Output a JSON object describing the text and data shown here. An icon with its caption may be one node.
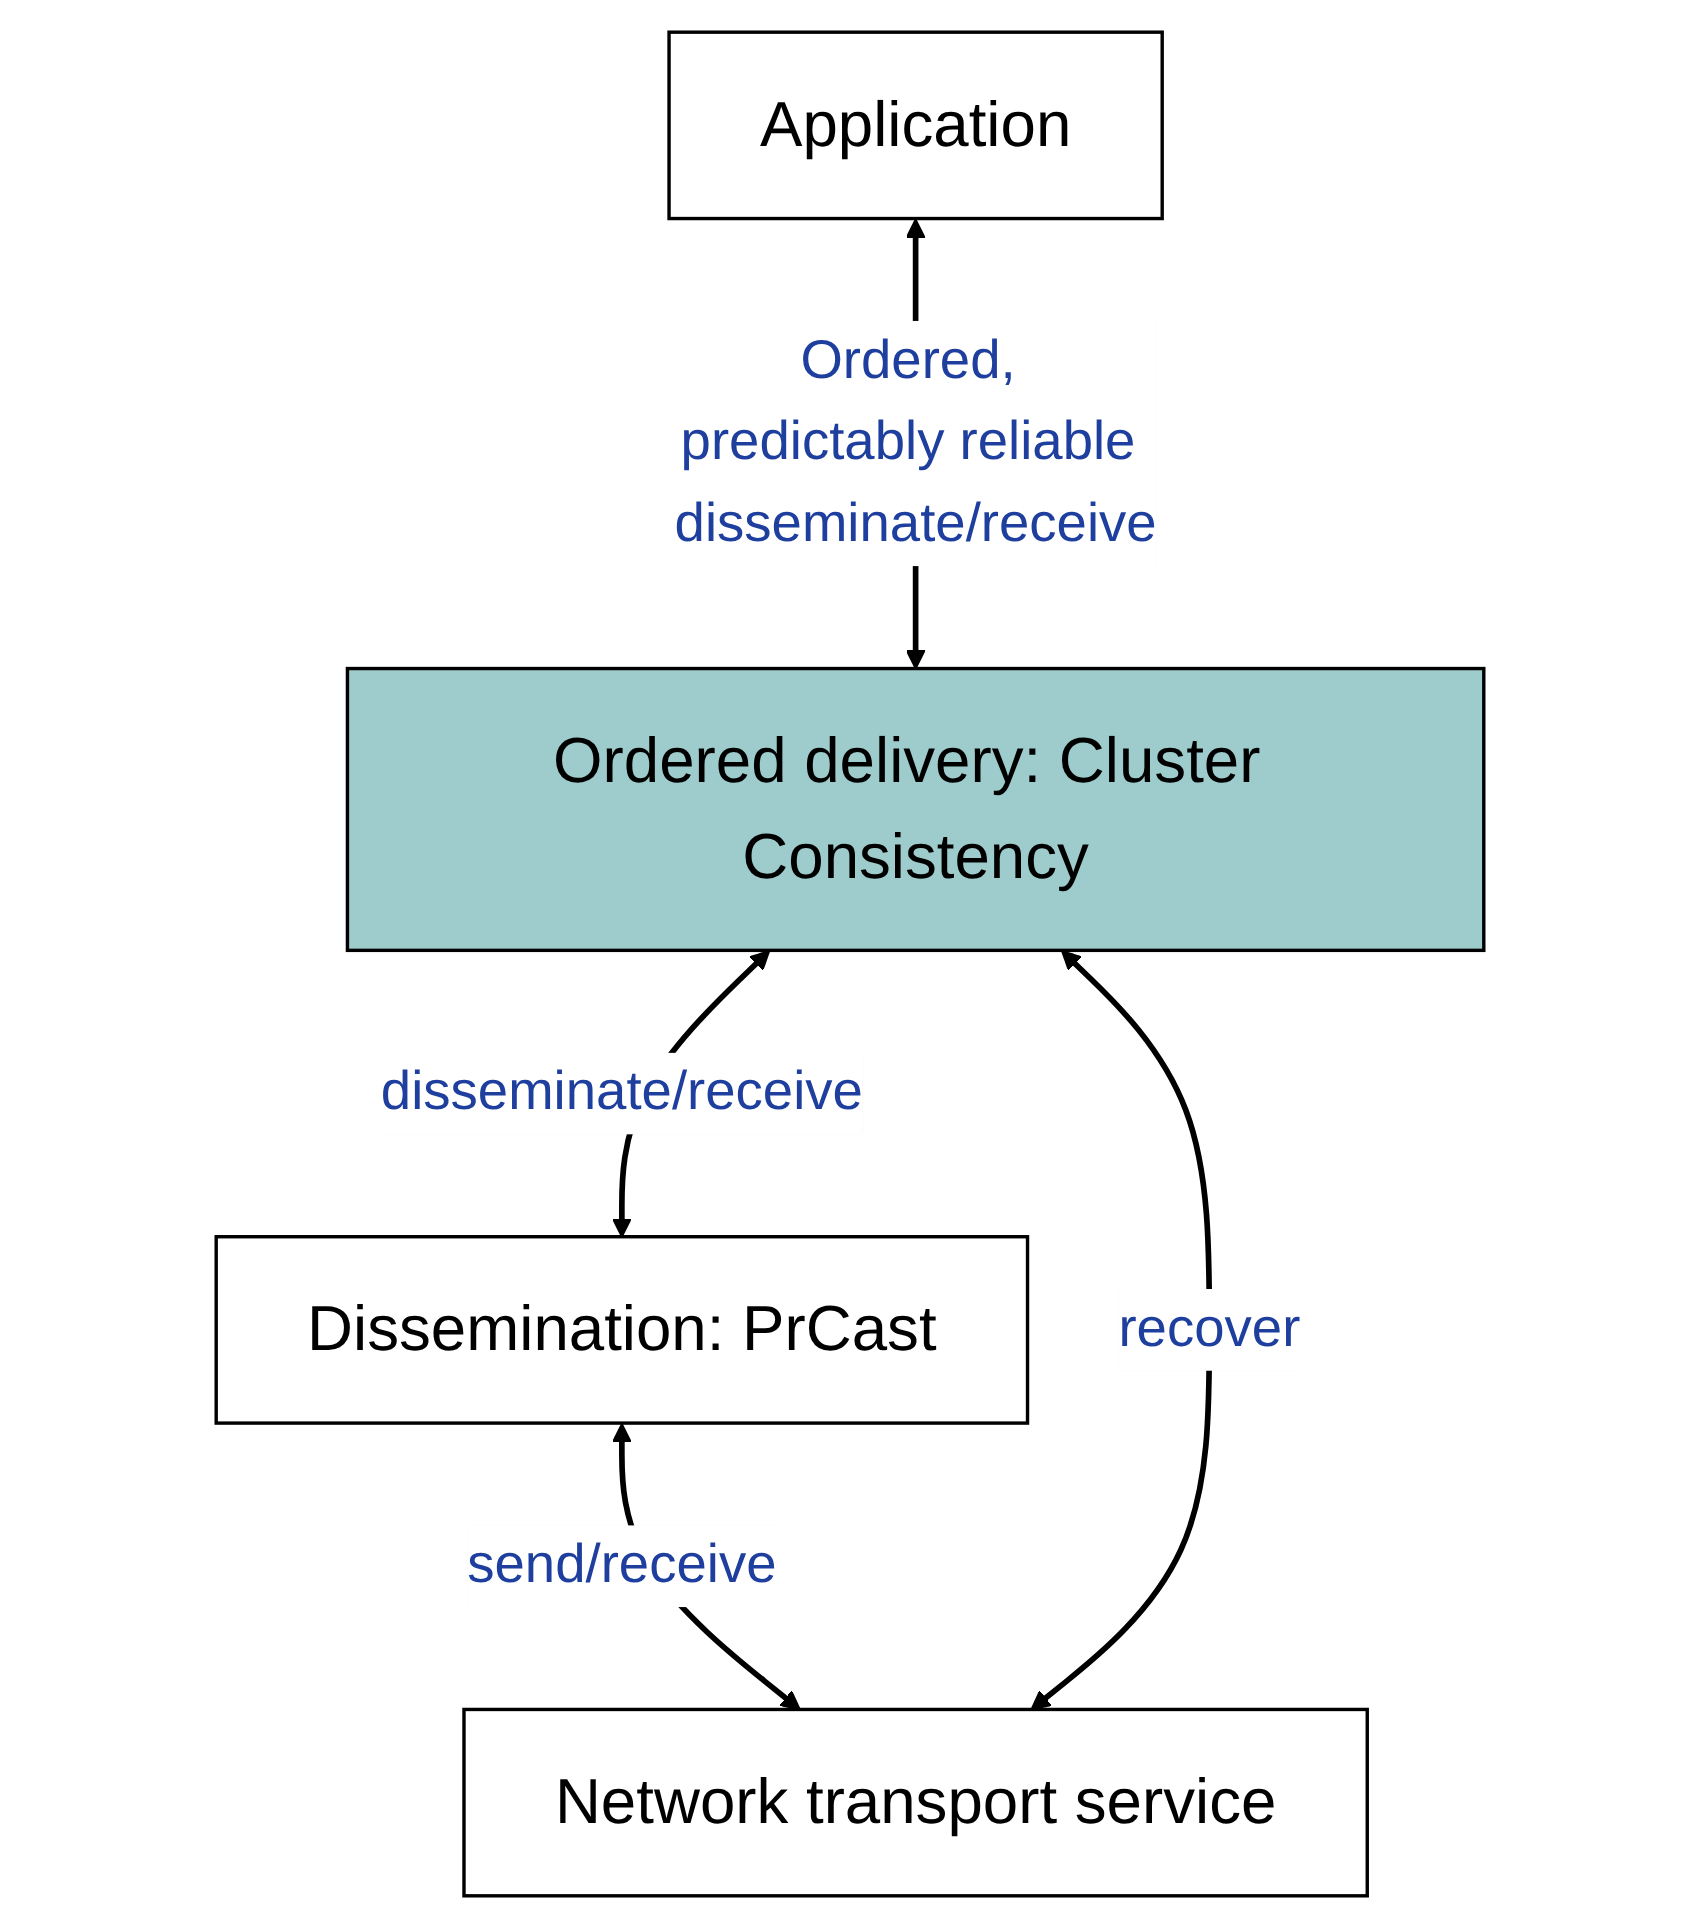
{
  "diagram": {
    "nodes": [
      {
        "text": [
          "Application"
        ]
      },
      {
        "text": [
          "Ordered delivery: Cluster Consistency"
        ]
      },
      {
        "text": [
          "Dissemination: PrCast"
        ]
      },
      {
        "text": [
          "Network transport service"
        ]
      }
    ],
    "edges": [
      {
        "from": 0,
        "to": 1,
        "arrow": "both",
        "label": "Ordered, predictably reliable disseminate/receive"
      },
      {
        "from": 1,
        "to": 2,
        "arrow": "both",
        "label": "disseminate/receive"
      },
      {
        "from": 2,
        "to": 3,
        "arrow": "both",
        "label": "send/receive"
      },
      {
        "from": 1,
        "to": 3,
        "arrow": "both",
        "label": "recover"
      }
    ]
  }
}
